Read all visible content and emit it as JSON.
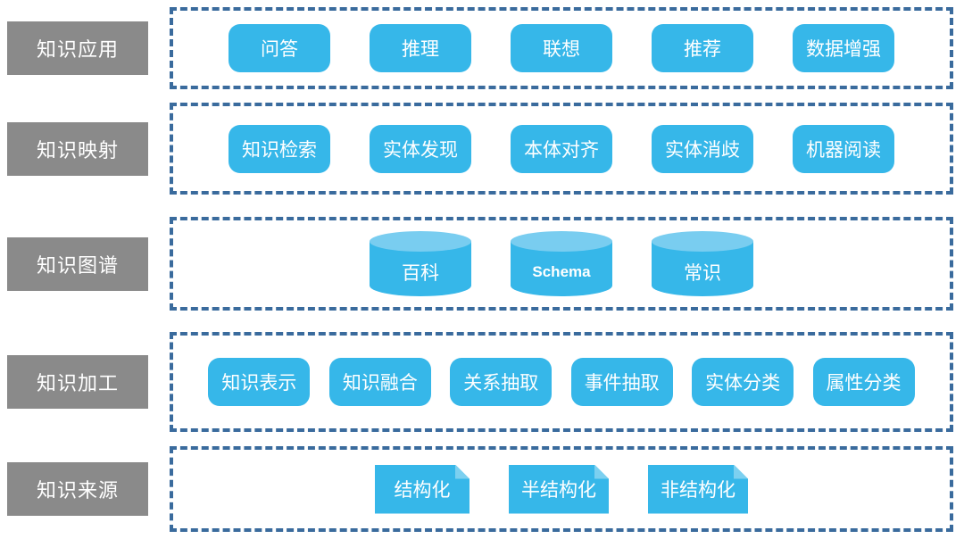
{
  "colors": {
    "node_blue": "#36b7e9",
    "cylinder_top_blue": "#79cdf0",
    "dashed_border_blue": "#3a6b9d",
    "side_label_gray": "#8a8a8a",
    "node_text": "#ffffff",
    "background": "#ffffff"
  },
  "rows": [
    {
      "name": "knowledge-application",
      "label": "知识应用",
      "type": "pill",
      "layout": "spread",
      "items": [
        {
          "name": "question-answering",
          "label": "问答"
        },
        {
          "name": "reasoning",
          "label": "推理"
        },
        {
          "name": "association",
          "label": "联想"
        },
        {
          "name": "recommendation",
          "label": "推荐"
        },
        {
          "name": "data-augmentation",
          "label": "数据增强"
        }
      ]
    },
    {
      "name": "knowledge-mapping",
      "label": "知识映射",
      "type": "pill",
      "layout": "spread",
      "items": [
        {
          "name": "knowledge-retrieval",
          "label": "知识检索"
        },
        {
          "name": "entity-discovery",
          "label": "实体发现"
        },
        {
          "name": "ontology-alignment",
          "label": "本体对齐"
        },
        {
          "name": "entity-disambiguation",
          "label": "实体消歧"
        },
        {
          "name": "machine-reading",
          "label": "机器阅读"
        }
      ]
    },
    {
      "name": "knowledge-graph",
      "label": "知识图谱",
      "type": "cylinder",
      "layout": "center",
      "items": [
        {
          "name": "encyclopedia",
          "label": "百科"
        },
        {
          "name": "schema",
          "label": "Schema",
          "latin": true
        },
        {
          "name": "common-sense",
          "label": "常识"
        }
      ]
    },
    {
      "name": "knowledge-processing",
      "label": "知识加工",
      "type": "pill",
      "layout": "spread",
      "items": [
        {
          "name": "knowledge-representation",
          "label": "知识表示"
        },
        {
          "name": "knowledge-fusion",
          "label": "知识融合"
        },
        {
          "name": "relation-extraction",
          "label": "关系抽取"
        },
        {
          "name": "event-extraction",
          "label": "事件抽取"
        },
        {
          "name": "entity-classification",
          "label": "实体分类"
        },
        {
          "name": "attribute-classification",
          "label": "属性分类"
        }
      ]
    },
    {
      "name": "knowledge-source",
      "label": "知识来源",
      "type": "document",
      "layout": "center",
      "items": [
        {
          "name": "structured",
          "label": "结构化"
        },
        {
          "name": "semi-structured",
          "label": "半结构化"
        },
        {
          "name": "unstructured",
          "label": "非结构化"
        }
      ]
    }
  ]
}
